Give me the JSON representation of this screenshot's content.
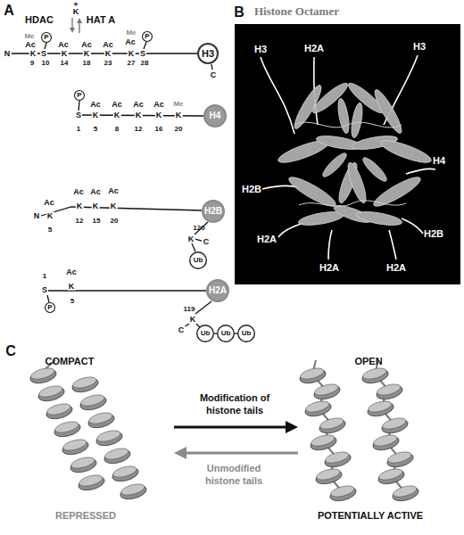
{
  "diagram": {
    "nodes": [
      {
        "text": [
          "P"
        ]
      },
      {
        "text": [
          "P"
        ]
      },
      {
        "text": [
          "H3"
        ]
      },
      {
        "text": [
          "P"
        ]
      },
      {
        "text": [
          "H4"
        ]
      },
      {
        "text": [
          "H2B"
        ]
      },
      {
        "text": [
          "Ub"
        ]
      },
      {
        "text": [
          "P"
        ]
      },
      {
        "text": [
          "H2A"
        ]
      },
      {
        "text": [
          "Ub"
        ]
      },
      {
        "text": [
          "Ub"
        ]
      },
      {
        "text": [
          "Ub"
        ]
      },
      {
        "text": [
          "Histone Octamer"
        ]
      }
    ],
    "labels": [
      "A",
      "HDAC",
      "HAT A",
      "+",
      "K",
      "N",
      "Me",
      "Ac",
      "K",
      "S",
      "9",
      "10",
      "Ac",
      "K",
      "14",
      "Ac",
      "K",
      "18",
      "Ac",
      "K",
      "23",
      "Me",
      "Ac",
      "K",
      "S",
      "27",
      "28",
      "C",
      "S",
      "1",
      "Ac",
      "K",
      "5",
      "Ac",
      "K",
      "8",
      "Ac",
      "K",
      "12",
      "Ac",
      "K",
      "16",
      "Me",
      "K",
      "20",
      "N",
      "Ac",
      "K",
      "5",
      "Ac",
      "K",
      "12",
      "Ac",
      "K",
      "15",
      "Ac",
      "K",
      "20",
      "120",
      "K",
      "C",
      "1",
      "S",
      "Ac",
      "K",
      "5",
      "119",
      "K",
      "C",
      "B",
      "H3",
      "H2A",
      "H3",
      "H4",
      "H2B",
      "H2B",
      "H2A",
      "H2A",
      "H2A",
      "C",
      "COMPACT",
      "OPEN",
      "Modification of histone tails",
      "Unmodified histone tails",
      "REPRESSED",
      "POTENTIALLY ACTIVE"
    ]
  }
}
